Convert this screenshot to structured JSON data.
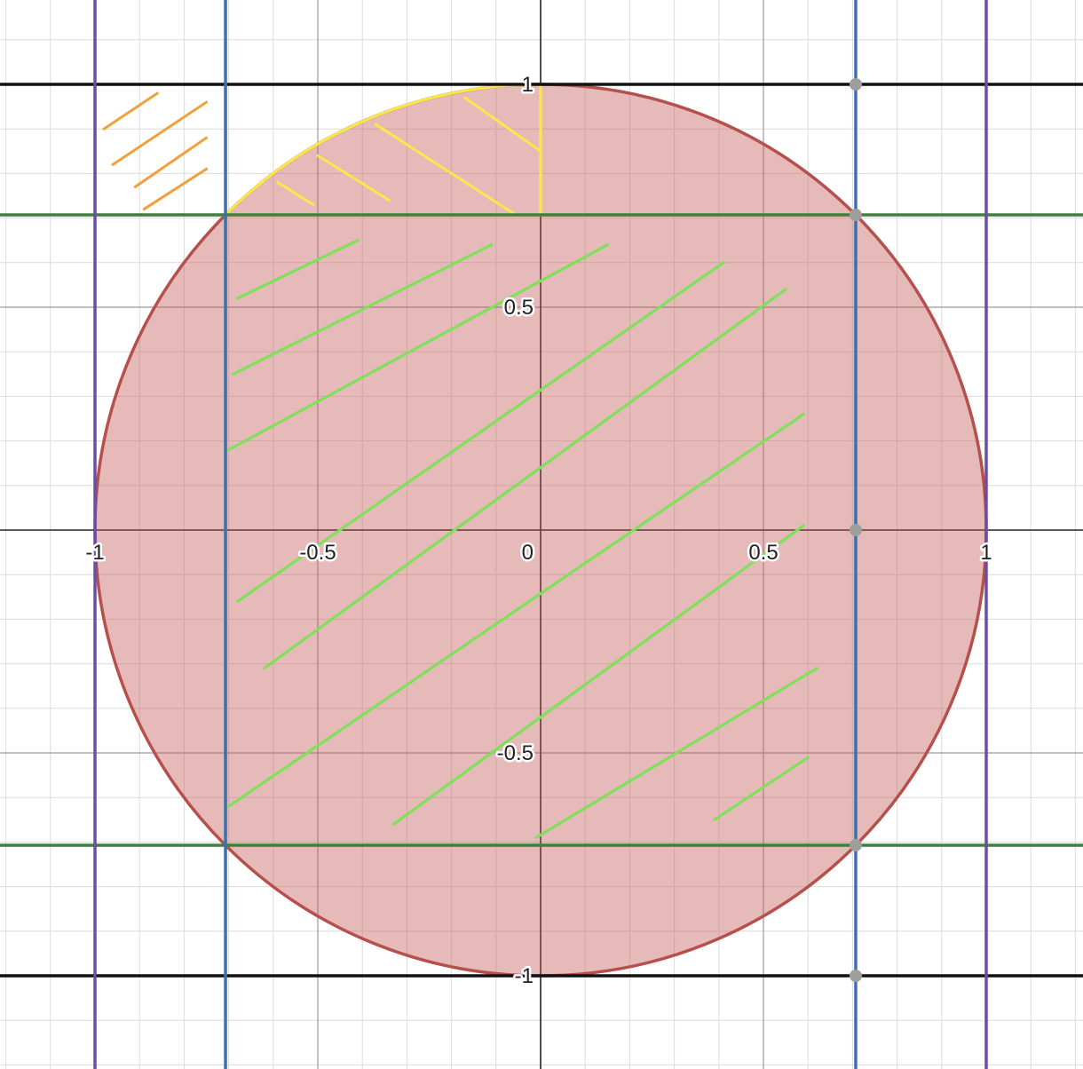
{
  "chart_data": {
    "type": "graph",
    "title": "",
    "x_range": [
      -1.2,
      1.2
    ],
    "y_range": [
      -1.2,
      1.2
    ],
    "grid": true,
    "minor_grid_step": 0.1,
    "major_grid_step": 0.5,
    "x_tick_labels": [
      {
        "x": -1,
        "label": "-1"
      },
      {
        "x": -0.5,
        "label": "-0.5"
      },
      {
        "x": 0,
        "label": "0"
      },
      {
        "x": 0.5,
        "label": "0.5"
      },
      {
        "x": 1,
        "label": "1"
      }
    ],
    "y_tick_labels": [
      {
        "y": 1,
        "label": "1"
      },
      {
        "y": 0.5,
        "label": "0.5"
      },
      {
        "y": -0.5,
        "label": "-0.5"
      },
      {
        "y": -1,
        "label": "-1"
      }
    ],
    "circle": {
      "center": [
        0,
        0
      ],
      "radius": 1,
      "stroke": "#b5504c",
      "fill": "#c65a5a"
    },
    "vertical_lines": [
      {
        "x": -1,
        "color": "#6a4ea3"
      },
      {
        "x": 1,
        "color": "#6a4ea3"
      },
      {
        "x": -0.7071,
        "color": "#3e6fb5"
      },
      {
        "x": 0.7071,
        "color": "#3e6fb5"
      }
    ],
    "horizontal_lines": [
      {
        "y": 1,
        "color": "#111111"
      },
      {
        "y": -1,
        "color": "#111111"
      },
      {
        "y": 0.7071,
        "color": "#3f7f3f"
      },
      {
        "y": -0.7071,
        "color": "#3f7f3f"
      }
    ],
    "points": [
      {
        "x": 0.7071,
        "y": 1
      },
      {
        "x": 0.7071,
        "y": 0.7071
      },
      {
        "x": 0.7071,
        "y": 0
      },
      {
        "x": 0.7071,
        "y": -0.7071
      },
      {
        "x": 0.7071,
        "y": -1
      }
    ],
    "square": {
      "x1": -0.7071,
      "y1": -0.7071,
      "x2": 0.7071,
      "y2": 0.7071,
      "color": "#7fe05a"
    },
    "square_hatches": [
      [
        [
          -0.68,
          0.52
        ],
        [
          -0.41,
          0.65
        ]
      ],
      [
        [
          -0.69,
          0.35
        ],
        [
          -0.11,
          0.64
        ]
      ],
      [
        [
          -0.7,
          0.18
        ],
        [
          0.15,
          0.64
        ]
      ],
      [
        [
          -0.68,
          -0.16
        ],
        [
          0.41,
          0.6
        ]
      ],
      [
        [
          -0.62,
          -0.31
        ],
        [
          0.55,
          0.54
        ]
      ],
      [
        [
          -0.7,
          -0.62
        ],
        [
          0.59,
          0.26
        ]
      ],
      [
        [
          -0.33,
          -0.66
        ],
        [
          0.59,
          0.01
        ]
      ],
      [
        [
          -0.01,
          -0.69
        ],
        [
          0.62,
          -0.31
        ]
      ],
      [
        [
          0.39,
          -0.65
        ],
        [
          0.6,
          -0.51
        ]
      ]
    ],
    "cap": {
      "x_left": -0.7071,
      "x_right": 0,
      "y_bottom": 0.7071,
      "y_top": 1,
      "color": "#f7e94a"
    },
    "cap_hatches": [
      [
        [
          -0.59,
          0.78
        ],
        [
          -0.51,
          0.73
        ]
      ],
      [
        [
          -0.5,
          0.84
        ],
        [
          -0.34,
          0.74
        ]
      ],
      [
        [
          -0.37,
          0.91
        ],
        [
          -0.06,
          0.71
        ]
      ],
      [
        [
          -0.17,
          0.97
        ],
        [
          0,
          0.85
        ]
      ]
    ],
    "corner_box": {
      "x1": -1,
      "y1": 0.7071,
      "x2": -0.7071,
      "y2": 1,
      "color": "#f0a03c"
    },
    "corner_hatches": [
      [
        [
          -0.98,
          0.9
        ],
        [
          -0.86,
          0.98
        ]
      ],
      [
        [
          -0.96,
          0.82
        ],
        [
          -0.75,
          0.96
        ]
      ],
      [
        [
          -0.91,
          0.77
        ],
        [
          -0.75,
          0.88
        ]
      ],
      [
        [
          -0.89,
          0.72
        ],
        [
          -0.75,
          0.81
        ]
      ]
    ]
  }
}
